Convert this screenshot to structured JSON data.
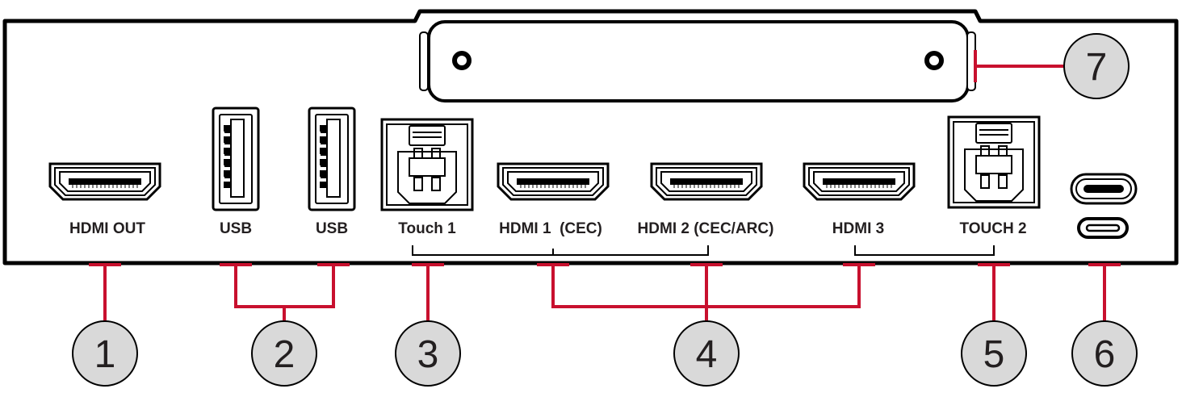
{
  "ports": [
    {
      "key": "hdmi_out",
      "label": "HDMI OUT",
      "icon": "hdmi-port-icon"
    },
    {
      "key": "usb_a",
      "label": "USB",
      "icon": "usb-a-port-icon"
    },
    {
      "key": "usb_b",
      "label": "USB",
      "icon": "usb-a-port-icon"
    },
    {
      "key": "touch1",
      "label": "Touch 1",
      "icon": "usb-b-port-icon"
    },
    {
      "key": "hdmi1",
      "label": "HDMI 1  (CEC)",
      "icon": "hdmi-port-icon"
    },
    {
      "key": "hdmi2",
      "label": "HDMI 2 (CEC/ARC)",
      "icon": "hdmi-port-icon"
    },
    {
      "key": "hdmi3",
      "label": "HDMI 3",
      "icon": "hdmi-port-icon"
    },
    {
      "key": "touch2",
      "label": "TOUCH 2",
      "icon": "usb-b-port-icon"
    },
    {
      "key": "usbc",
      "label": "",
      "icon": "usb-c-port-icon"
    }
  ],
  "callouts": [
    "1",
    "2",
    "3",
    "4",
    "5",
    "6",
    "7"
  ],
  "colors": {
    "leader": "#c8102e",
    "outline": "#000000",
    "callout_fill": "#d9d9d9",
    "text": "#231f20"
  }
}
